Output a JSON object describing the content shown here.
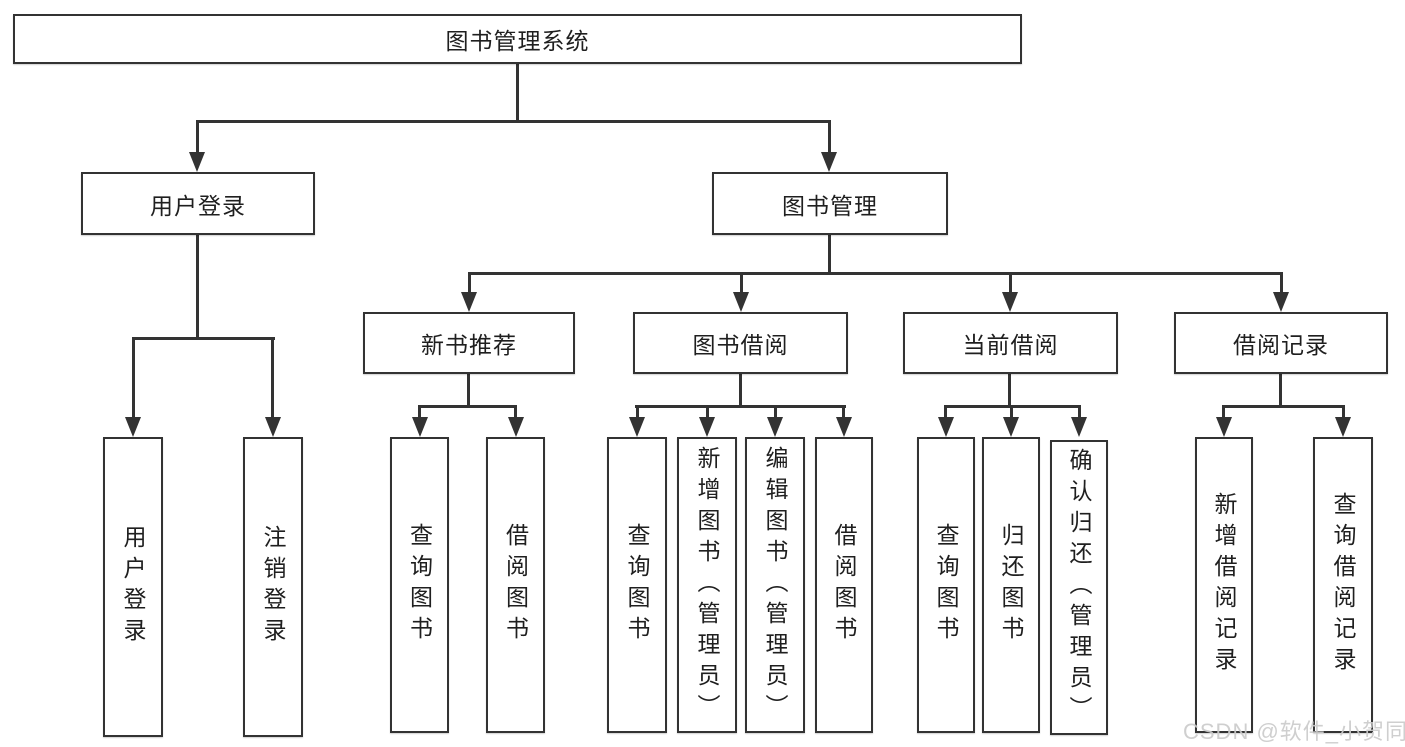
{
  "diagram": {
    "title": "图书管理系统",
    "branches": {
      "user_login": {
        "label": "用户登录",
        "children": [
          {
            "label": "用户登录"
          },
          {
            "label": "注销登录"
          }
        ]
      },
      "book_management": {
        "label": "图书管理",
        "children": [
          {
            "label": "新书推荐",
            "children": [
              {
                "label": "查询图书"
              },
              {
                "label": "借阅图书"
              }
            ]
          },
          {
            "label": "图书借阅",
            "children": [
              {
                "label": "查询图书"
              },
              {
                "label": "新增图书（管理员）"
              },
              {
                "label": "编辑图书（管理员）"
              },
              {
                "label": "借阅图书"
              }
            ]
          },
          {
            "label": "当前借阅",
            "children": [
              {
                "label": "查询图书"
              },
              {
                "label": "归还图书"
              },
              {
                "label": "确认归还（管理员）"
              }
            ]
          },
          {
            "label": "借阅记录",
            "children": [
              {
                "label": "新增借阅记录"
              },
              {
                "label": "查询借阅记录"
              }
            ]
          }
        ]
      }
    }
  },
  "watermark": {
    "text": "CSDN @软件_小贺同学"
  },
  "colors": {
    "line": "#333333",
    "text": "#1f1f1f",
    "watermark": "#cbcbcb",
    "background": "#ffffff"
  }
}
